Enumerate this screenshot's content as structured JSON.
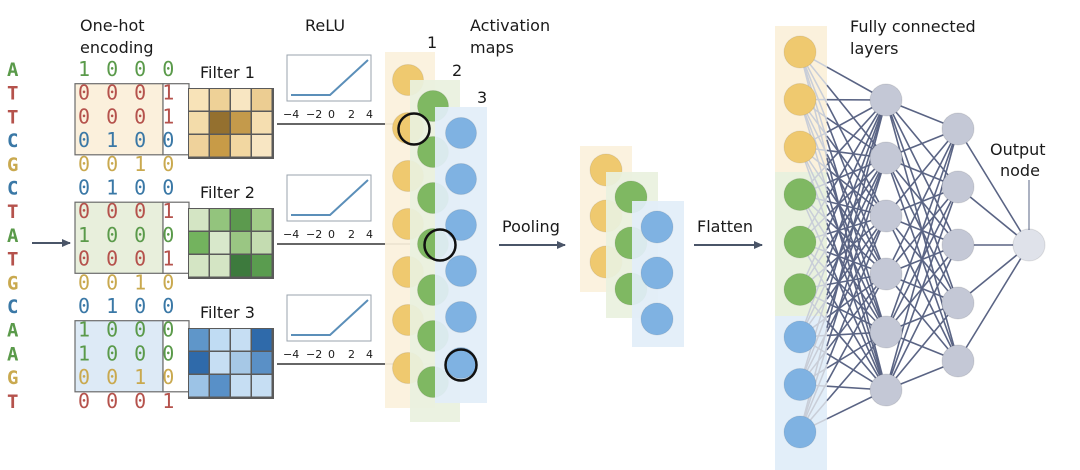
{
  "labels": {
    "one_hot": [
      "One-hot",
      "encoding"
    ],
    "relu": "ReLU",
    "activation_maps": [
      "Activation",
      "maps"
    ],
    "pooling": "Pooling",
    "flatten": "Flatten",
    "fully_connected": [
      "Fully connected",
      "layers"
    ],
    "output_node": [
      "Output",
      "node"
    ]
  },
  "colors": {
    "A": "#5a9a4a",
    "C": "#3a78a6",
    "G": "#c9a94f",
    "T": "#b5524c",
    "yellow_node": "#efc96f",
    "green_node": "#7fb862",
    "blue_node": "#7fb2e2",
    "hidden_node": "#c4c8d6",
    "output_node": "#dfe2ea",
    "edge": "#5a6484",
    "yellow_bg": "#fbf1dc",
    "green_bg": "#e9f1de",
    "blue_bg": "#e2eef9"
  },
  "sequence": [
    "A",
    "T",
    "T",
    "C",
    "G",
    "C",
    "T",
    "A",
    "T",
    "G",
    "C",
    "A",
    "A",
    "G",
    "T"
  ],
  "one_hot": {
    "A": "1 0 0 0",
    "C": "0 1 0 0",
    "G": "0 0 1 0",
    "T": "0 0 0 1"
  },
  "filters": [
    {
      "title": "Filter 1",
      "window_rows": [
        1,
        3
      ],
      "window_color": "#fbf0dc",
      "cells": [
        [
          "#f8e3b8",
          "#eed197",
          "#f8e6c2",
          "#eccd92"
        ],
        [
          "#f3dcaa",
          "#94702f",
          "#c49a4b",
          "#f5deb0"
        ],
        [
          "#efd29b",
          "#c89b47",
          "#f2d7a1",
          "#f8e6c3"
        ]
      ]
    },
    {
      "title": "Filter 2",
      "window_rows": [
        6,
        8
      ],
      "window_color": "#e8efdc",
      "cells": [
        [
          "#d4e5c4",
          "#93c47d",
          "#5c9a4e",
          "#a1cb88"
        ],
        [
          "#73b35e",
          "#d8e8cb",
          "#9ac683",
          "#c4dcb1"
        ],
        [
          "#d4e5c4",
          "#d4e5c4",
          "#3d7a3d",
          "#5a9c4f"
        ]
      ]
    },
    {
      "title": "Filter 3",
      "window_rows": [
        11,
        13
      ],
      "window_color": "#ddeaf6",
      "cells": [
        [
          "#5f96c9",
          "#c0dcf3",
          "#c6def3",
          "#2f6aaa"
        ],
        [
          "#2f6aaa",
          "#c6def3",
          "#a6c8e6",
          "#5a90c6"
        ],
        [
          "#9cc3e6",
          "#5890c8",
          "#c6def3",
          "#c6def3"
        ]
      ]
    }
  ],
  "relu_plot": {
    "ticks": [
      "−4",
      "−2",
      "0",
      "2",
      "4"
    ],
    "x_range": [
      -4,
      4
    ]
  },
  "activation_maps": [
    {
      "label": "1",
      "nodes": 7,
      "color": "yellow"
    },
    {
      "label": "2",
      "nodes": 7,
      "color": "green"
    },
    {
      "label": "3",
      "nodes": 6,
      "color": "blue"
    }
  ],
  "pooled_maps": [
    {
      "nodes": 3,
      "color": "yellow"
    },
    {
      "nodes": 3,
      "color": "green"
    },
    {
      "nodes": 3,
      "color": "blue"
    }
  ],
  "network": {
    "flatten_nodes": [
      "yellow",
      "yellow",
      "yellow",
      "green",
      "green",
      "green",
      "blue",
      "blue",
      "blue"
    ],
    "hidden1_nodes": 6,
    "hidden2_nodes": 5,
    "output_nodes": 1
  }
}
